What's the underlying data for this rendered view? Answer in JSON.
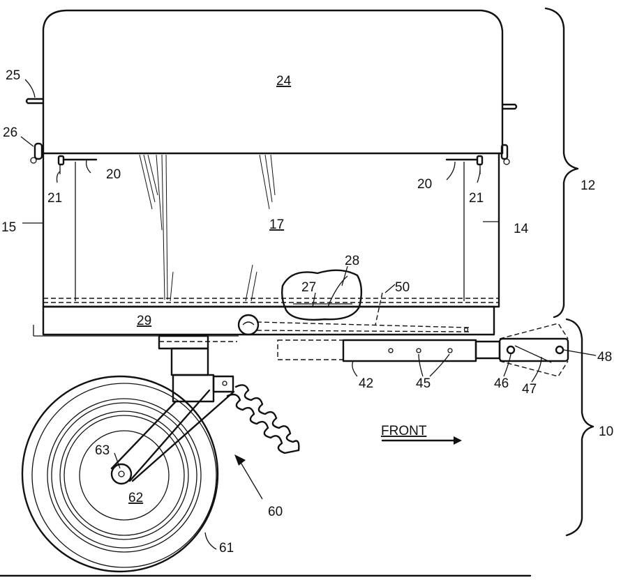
{
  "labels": {
    "l10": "10",
    "l12": "12",
    "l14": "14",
    "l15": "15",
    "l17": "17",
    "l20a": "20",
    "l20b": "20",
    "l21a": "21",
    "l21b": "21",
    "l24": "24",
    "l25": "25",
    "l26": "26",
    "l27": "27",
    "l28": "28",
    "l29": "29",
    "l42": "42",
    "l45": "45",
    "l46": "46",
    "l47": "47",
    "l48": "48",
    "l50": "50",
    "l60": "60",
    "l61": "61",
    "l62": "62",
    "l63": "63",
    "front": "FRONT"
  }
}
